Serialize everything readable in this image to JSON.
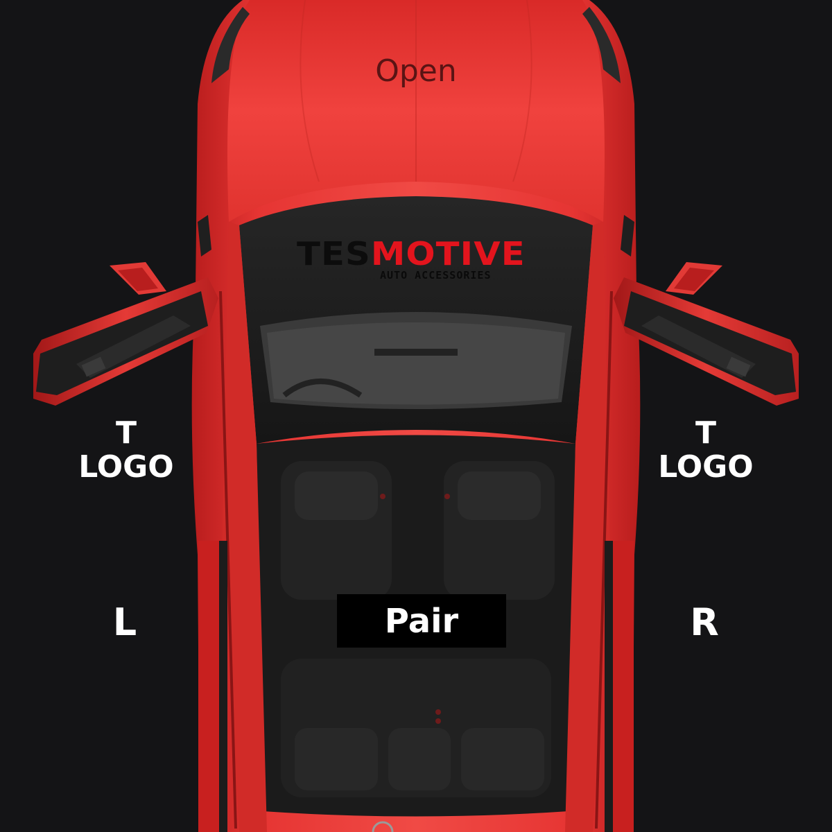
{
  "buttons": {
    "open_label": "Open",
    "pair_label": "Pair"
  },
  "logos": {
    "left": {
      "line1": "T",
      "line2": "LOGO"
    },
    "right": {
      "line1": "T",
      "line2": "LOGO"
    }
  },
  "sides": {
    "left_label": "L",
    "right_label": "R"
  },
  "brand": {
    "name_part1": "TES",
    "name_part2": "MOTIVE",
    "tagline": "AUTO ACCESSORIES"
  },
  "colors": {
    "background": "#141416",
    "car_body": "#e8322f",
    "car_body_dark": "#a81818",
    "interior": "#1a1a1a",
    "brand_red": "#e3141d"
  }
}
